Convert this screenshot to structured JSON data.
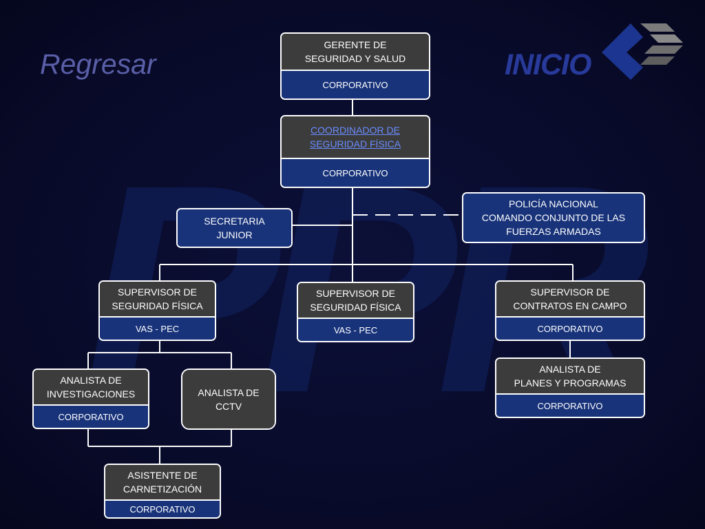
{
  "nav": {
    "back_label": "Regresar",
    "home_label": "INICIO"
  },
  "watermark": "PPR",
  "org": {
    "gerente": {
      "title": "GERENTE DE\nSEGURIDAD Y SALUD",
      "unit": "CORPORATIVO"
    },
    "coordinador": {
      "title": "COORDINADOR DE\nSEGURIDAD FÍSICA",
      "unit": "CORPORATIVO"
    },
    "secretaria": {
      "title": "SECRETARIA\nJUNIOR"
    },
    "policia": {
      "title": "POLICÍA NACIONAL\nCOMANDO CONJUNTO DE LAS\nFUERZAS ARMADAS"
    },
    "supervisor_left": {
      "title": "SUPERVISOR DE\nSEGURIDAD FÍSICA",
      "unit": "VAS - PEC"
    },
    "supervisor_mid": {
      "title": "SUPERVISOR DE\nSEGURIDAD FÍSICA",
      "unit": "VAS - PEC"
    },
    "supervisor_contratos": {
      "title": "SUPERVISOR DE\nCONTRATOS EN CAMPO",
      "unit": "CORPORATIVO"
    },
    "analista_invest": {
      "title": "ANALISTA DE\nINVESTIGACIONES",
      "unit": "CORPORATIVO"
    },
    "analista_cctv": {
      "title": "ANALISTA  DE\nCCTV"
    },
    "analista_planes": {
      "title": "ANALISTA DE\nPLANES Y PROGRAMAS",
      "unit": "CORPORATIVO"
    },
    "asistente": {
      "title": "ASISTENTE DE\nCARNETIZACIÓN",
      "unit": "CORPORATIVO"
    }
  },
  "colors": {
    "background": "#080a28",
    "box_title": "#3c3c3c",
    "box_unit": "#18337a",
    "connector": "#ffffff",
    "link": "#6a8cff"
  }
}
